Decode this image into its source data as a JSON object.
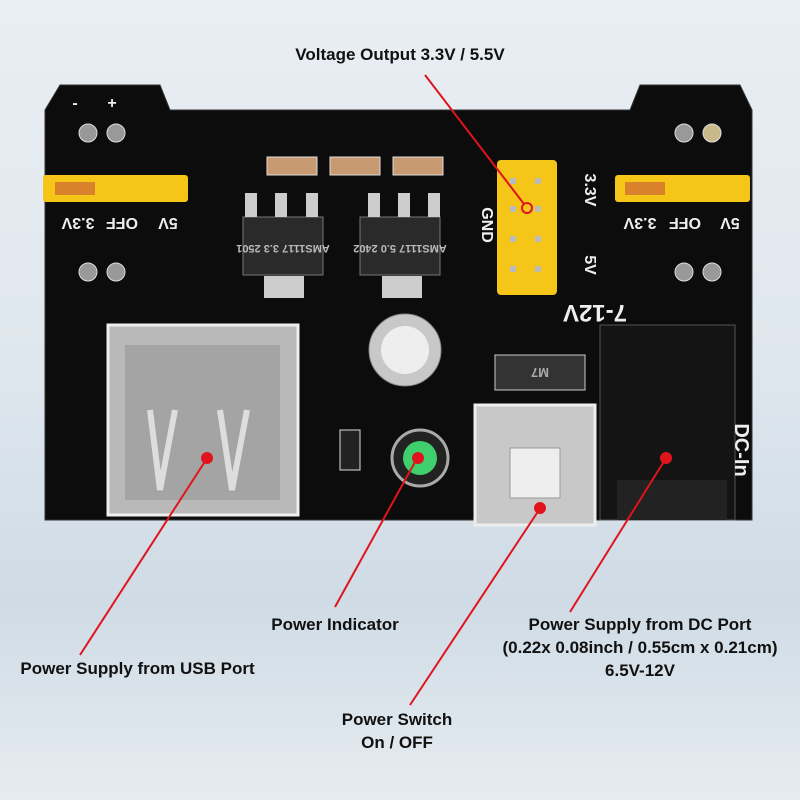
{
  "callouts": {
    "voltage_output": "Voltage Output 3.3V / 5.5V",
    "power_indicator": "Power Indicator",
    "usb_supply": "Power Supply from USB Port",
    "power_switch": [
      "Power Switch",
      "On / OFF"
    ],
    "dc_supply": [
      "Power Supply from DC Port",
      "(0.22x 0.08inch / 0.55cm x 0.21cm)",
      "6.5V-12V"
    ]
  },
  "board_silkscreen": {
    "left_jumper": [
      "3.3V",
      "OFF",
      "5V"
    ],
    "right_jumper": [
      "3.3V",
      "OFF",
      "5V"
    ],
    "header": [
      "GND",
      "3.3V",
      "5V"
    ],
    "input": "7-12V",
    "dc_in": "DC-In",
    "regulators": [
      "AMS1117 3.3 2501",
      "AMS1117 5.0 2402"
    ],
    "diode": "M7",
    "polarity": [
      "-",
      "+"
    ]
  },
  "colors": {
    "annotation": "#e0141e",
    "board": "#0c0c0c",
    "header": "#f5c518"
  }
}
